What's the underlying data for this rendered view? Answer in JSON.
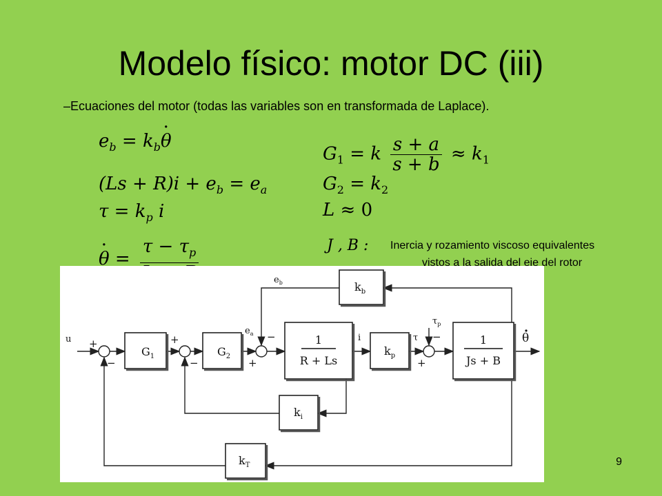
{
  "slide": {
    "title": "Modelo físico: motor DC (iii)",
    "subtitle": "–Ecuaciones del motor (todas las variables son en transformada de Laplace).",
    "note_symbols": "J , B :",
    "note_line1": "Inercia y rozamiento viscoso equivalentes",
    "note_line2": "vistos a la salida del eje del rotor",
    "page_number": "9"
  },
  "diagram": {
    "blocks": {
      "G1": "G",
      "G1_sub": "1",
      "G2": "G",
      "G2_sub": "2",
      "elec_num": "1",
      "elec_den": "R + Ls",
      "kp": "k",
      "kp_sub": "p",
      "mech_num": "1",
      "mech_den": "Js + B",
      "kb": "k",
      "kb_sub": "b",
      "ki": "k",
      "ki_sub": "i",
      "kT": "k",
      "kT_sub": "T"
    },
    "signals": {
      "u": "u",
      "eb": "e",
      "eb_sub": "b",
      "ea": "e",
      "ea_sub": "a",
      "i": "i",
      "tau": "τ",
      "taup": "τ",
      "taup_sub": "p",
      "theta_dot": "θ"
    },
    "signs": {
      "plus": "+",
      "minus": "−"
    }
  }
}
